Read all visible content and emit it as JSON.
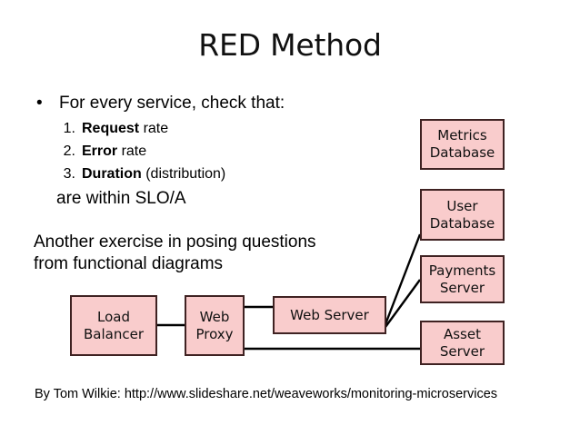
{
  "slide": {
    "title": "RED Method",
    "background_color": "#ffffff"
  },
  "bullets": {
    "lead": "For every service, check that:",
    "bullet_glyph": "•",
    "items": [
      {
        "number": "1.",
        "bold": "Request",
        "rest": " rate"
      },
      {
        "number": "2.",
        "bold": "Error",
        "rest": " rate"
      },
      {
        "number": "3.",
        "bold": "Duration",
        "rest": " (distribution)"
      }
    ],
    "closing": "are within SLO/A"
  },
  "paragraph": {
    "line1": "Another exercise in posing questions",
    "line2": "from functional diagrams"
  },
  "footer": {
    "text": "By Tom Wilkie: http://www.slideshare.net/weaveworks/monitoring-microservices"
  },
  "diagram": {
    "node_fill": "#f9cccc",
    "node_border": "#3f2222",
    "link_color": "#000000",
    "nodes": [
      {
        "id": "load-balancer",
        "line1": "Load",
        "line2": "Balancer"
      },
      {
        "id": "web-proxy",
        "line1": "Web",
        "line2": "Proxy"
      },
      {
        "id": "web-server",
        "line1": "Web Server",
        "line2": ""
      },
      {
        "id": "metrics-database",
        "line1": "Metrics",
        "line2": "Database"
      },
      {
        "id": "user-database",
        "line1": "User",
        "line2": "Database"
      },
      {
        "id": "payments-server",
        "line1": "Payments",
        "line2": "Server"
      },
      {
        "id": "asset-server",
        "line1": "Asset",
        "line2": "Server"
      }
    ],
    "links": [
      {
        "from": "load-balancer",
        "to": "web-proxy"
      },
      {
        "from": "web-proxy",
        "to": "web-server"
      },
      {
        "from": "web-proxy",
        "to": "asset-server"
      },
      {
        "from": "web-server",
        "to": "user-database"
      },
      {
        "from": "web-server",
        "to": "payments-server"
      }
    ]
  }
}
